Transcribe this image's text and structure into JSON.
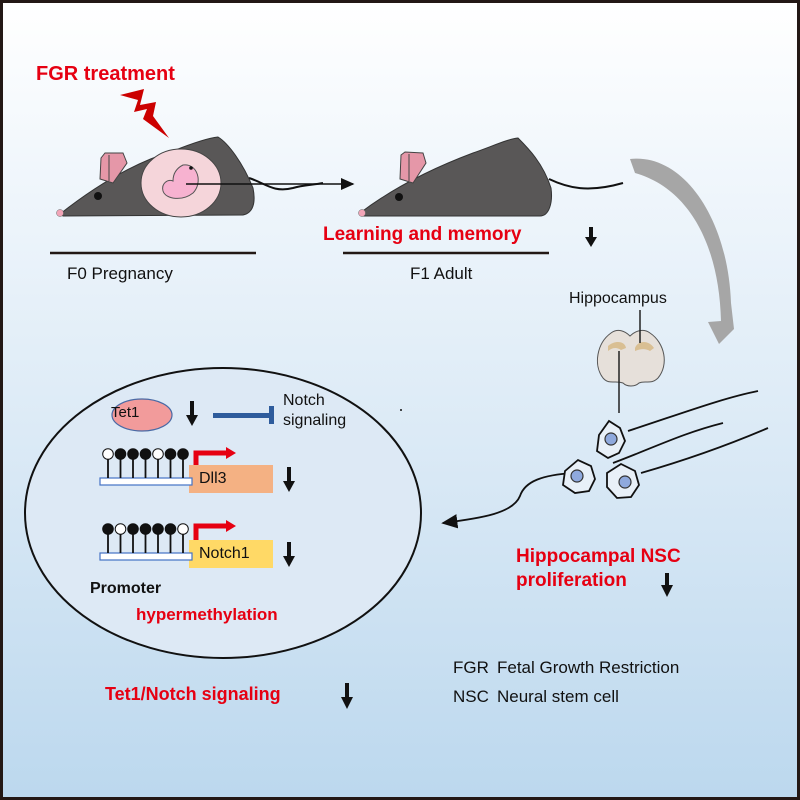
{
  "title": "FGR treatment",
  "stages": {
    "f0": {
      "label": "F0 Pregnancy"
    },
    "f1": {
      "label": "F1 Adult",
      "effect": "Learning and memory",
      "effect_direction": "down"
    }
  },
  "brain": {
    "label": "Hippocampus"
  },
  "nsc": {
    "label_line1": "Hippocampal NSC",
    "label_line2": "proliferation",
    "direction": "down"
  },
  "mechanism": {
    "tet1": {
      "label": "Tet1",
      "direction": "down"
    },
    "notch_target": {
      "line1": "Notch",
      "line2": "signaling"
    },
    "genes": [
      {
        "label": "Dll3",
        "direction": "down",
        "color": "#f4b183",
        "methylation": [
          false,
          true,
          true,
          true,
          false,
          true,
          true
        ]
      },
      {
        "label": "Notch1",
        "direction": "down",
        "color": "#ffd966",
        "methylation": [
          true,
          false,
          true,
          true,
          true,
          true,
          false
        ]
      }
    ],
    "promoter_label": "Promoter",
    "hyper_label": "hypermethylation"
  },
  "conclusion": {
    "label": "Tet1/Notch signaling",
    "direction": "down"
  },
  "legend": [
    {
      "abbr": "FGR",
      "full": "Fetal Growth Restriction"
    },
    {
      "abbr": "NSC",
      "full": "Neural stem cell"
    }
  ],
  "colors": {
    "accent_red": "#e60012",
    "mouse_body": "#595757",
    "mouse_ear": "#e597a8",
    "tet1_fill": "#f29b9b",
    "inhibit_blue": "#2e5c9c",
    "cell_nucleus": "#8fa9dd",
    "brain_fill": "#e6e0da",
    "hippocampus_fill": "#d9bf93"
  }
}
